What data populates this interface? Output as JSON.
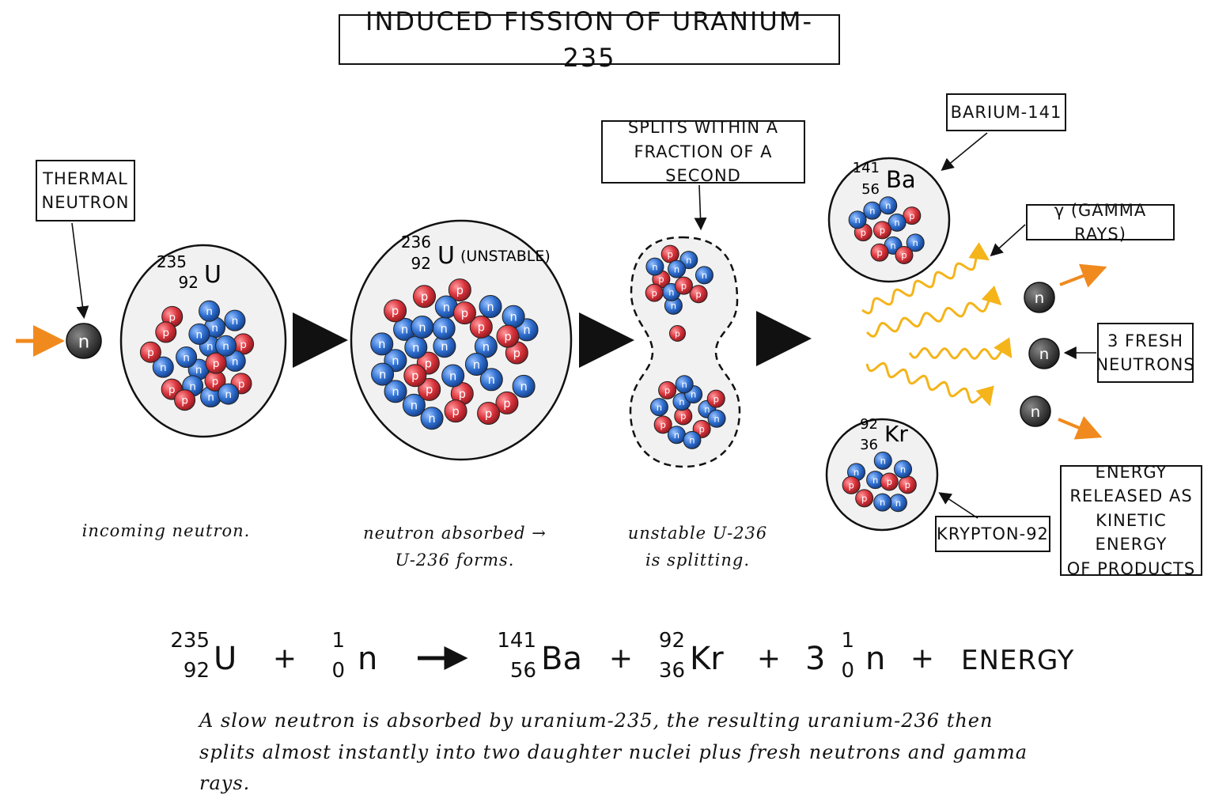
{
  "title": "INDUCED FISSION OF URANIUM-235",
  "labels": {
    "thermal_neutron_l1": "THERMAL",
    "thermal_neutron_l2": "NEUTRON",
    "splits_l1": "SPLITS WITHIN A",
    "splits_l2": "FRACTION OF A SECOND",
    "barium": "BARIUM-141",
    "gamma": "γ (GAMMA RAYS)",
    "fresh_l1": "3 FRESH",
    "fresh_l2": "NEUTRONS",
    "krypton": "KRYPTON-92",
    "energy_l1": "ENERGY",
    "energy_l2": "RELEASED AS",
    "energy_l3": "KINETIC ENERGY",
    "energy_l4": "OF PRODUCTS"
  },
  "nuclei": {
    "u235": {
      "mass": "235",
      "atomic": "92",
      "symbol": "U"
    },
    "u236": {
      "mass": "236",
      "atomic": "92",
      "symbol": "U",
      "note": "(UNSTABLE)"
    },
    "ba": {
      "mass": "141",
      "atomic": "56",
      "symbol": "Ba"
    },
    "kr": {
      "mass": "92",
      "atomic": "36",
      "symbol": "Kr"
    }
  },
  "particle_letters": {
    "proton": "p",
    "neutron": "n"
  },
  "captions": {
    "step1": "incoming neutron.",
    "step2_l1": "neutron absorbed →",
    "step2_l2": "U-236 forms.",
    "step3_l1": "unstable U-236",
    "step3_l2": "is splitting."
  },
  "equation": {
    "u_mass": "235",
    "u_atomic": "92",
    "u_sym": "U",
    "plus": "+",
    "n_mass": "1",
    "n_atomic": "0",
    "n_sym": "n",
    "ba_mass": "141",
    "ba_atomic": "56",
    "ba_sym": "Ba",
    "kr_mass": "92",
    "kr_atomic": "36",
    "kr_sym": "Kr",
    "coef": "3",
    "energy": "ENERGY"
  },
  "summary_l1": "A slow neutron is absorbed by uranium-235, the resulting uranium-236 then",
  "summary_l2": "splits almost instantly into two daughter nuclei plus fresh neutrons and gamma rays.",
  "colors": {
    "proton": "#d9333b",
    "neutron": "#2f6fd0",
    "free_neutron": "#444444",
    "incoming_arrow": "#f08a1e",
    "gamma": "#f4b41a",
    "nucleus_fill": "#f1f1f1",
    "ink": "#111111"
  }
}
